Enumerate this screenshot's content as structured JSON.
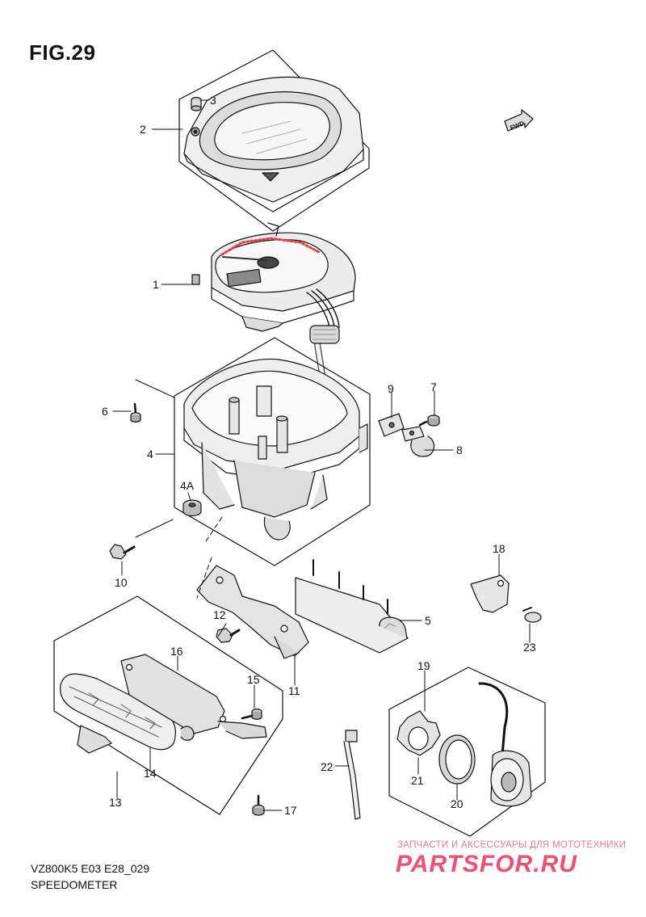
{
  "figure": {
    "title": "FIG.29",
    "model_code": "VZ800K5 E03 E28_029",
    "name": "SPEEDOMETER",
    "fwd_mark": "FWD"
  },
  "watermark": {
    "small": "ЗАПЧАСТИ И АКСЕССУАРЫ ДЛЯ МОТОТЕХНИКИ",
    "big": "PARTSFOR.RU"
  },
  "callouts": {
    "c1": "1",
    "c2": "2",
    "c3": "3",
    "c4": "4",
    "c4a": "4A",
    "c5": "5",
    "c6": "6",
    "c7": "7",
    "c8": "8",
    "c9": "9",
    "c10": "10",
    "c11": "11",
    "c12": "12",
    "c13": "13",
    "c14": "14",
    "c15": "15",
    "c16": "16",
    "c17": "17",
    "c18": "18",
    "c19": "19",
    "c20": "20",
    "c21": "21",
    "c22": "22",
    "c23": "23"
  },
  "colors": {
    "line": "#111111",
    "part_fill": "#e9e9e9",
    "part_shade": "#bdbdbd",
    "watermark": "#ee5070"
  }
}
